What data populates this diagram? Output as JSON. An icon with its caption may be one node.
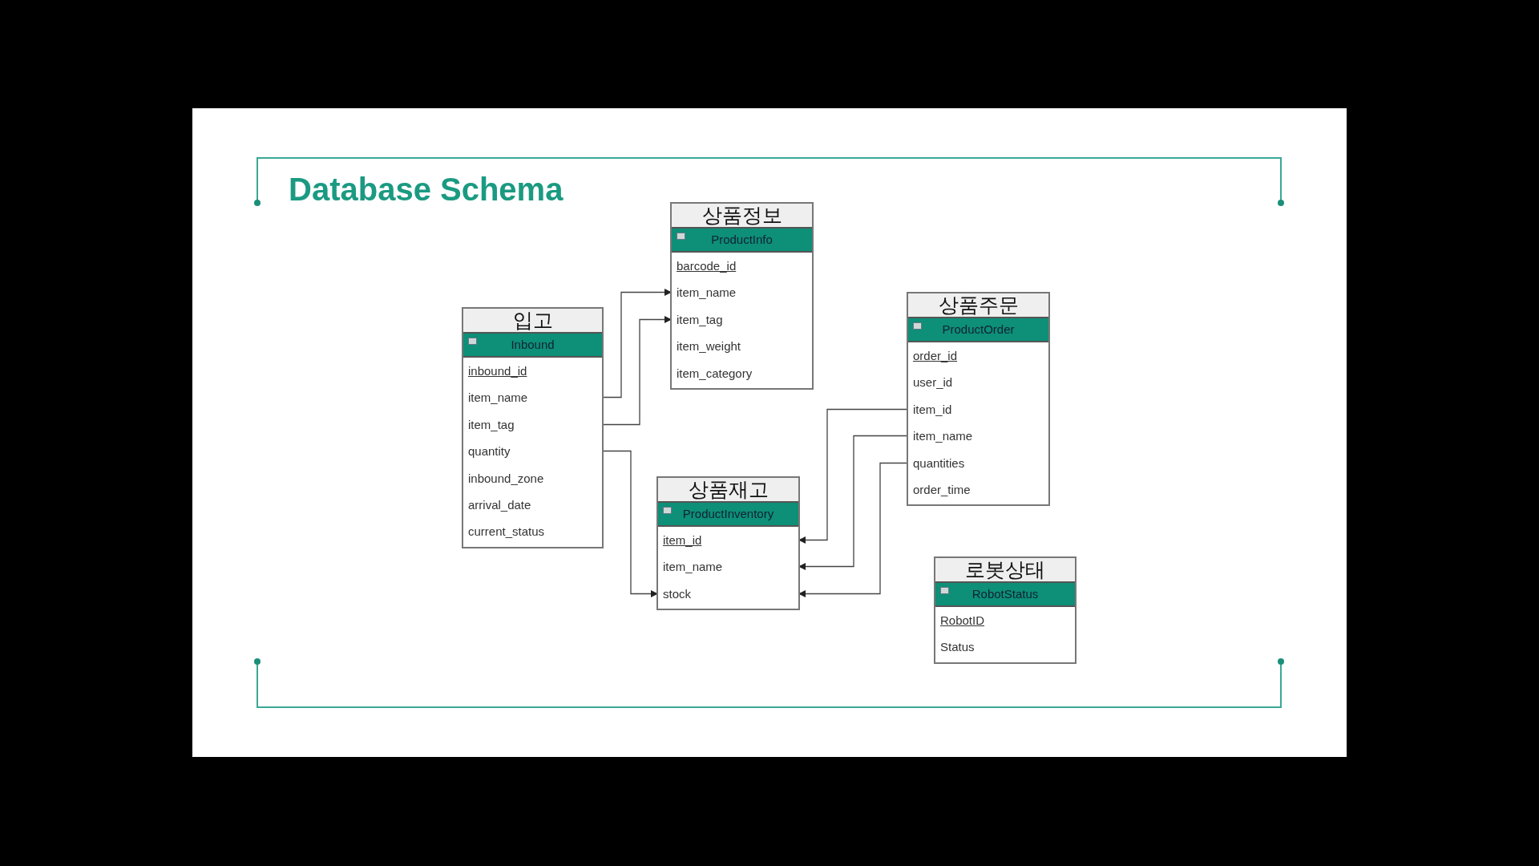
{
  "diagram": {
    "title": "Database Schema",
    "nodes": [
      {
        "text": [
          "상품정보",
          "ProductInfo"
        ]
      },
      {
        "text": [
          "barcode_id"
        ],
        "in": 0
      },
      {
        "text": [
          "item_name"
        ],
        "in": 0
      },
      {
        "text": [
          "item_tag"
        ],
        "in": 0
      },
      {
        "text": [
          "item_weight"
        ],
        "in": 0
      },
      {
        "text": [
          "item_category"
        ],
        "in": 0
      },
      {
        "text": [
          "입고",
          "Inbound"
        ]
      },
      {
        "text": [
          "inbound_id"
        ],
        "in": 6
      },
      {
        "text": [
          "item_name"
        ],
        "in": 6
      },
      {
        "text": [
          "item_tag"
        ],
        "in": 6
      },
      {
        "text": [
          "quantity"
        ],
        "in": 6
      },
      {
        "text": [
          "inbound_zone"
        ],
        "in": 6
      },
      {
        "text": [
          "arrival_date"
        ],
        "in": 6
      },
      {
        "text": [
          "current_status"
        ],
        "in": 6
      },
      {
        "text": [
          "상품주문",
          "ProductOrder"
        ]
      },
      {
        "text": [
          "order_id"
        ],
        "in": 14
      },
      {
        "text": [
          "user_id"
        ],
        "in": 14
      },
      {
        "text": [
          "item_id"
        ],
        "in": 14
      },
      {
        "text": [
          "item_name"
        ],
        "in": 14
      },
      {
        "text": [
          "quantities"
        ],
        "in": 14
      },
      {
        "text": [
          "order_time"
        ],
        "in": 14
      },
      {
        "text": [
          "상품재고",
          "ProductInventory"
        ]
      },
      {
        "text": [
          "item_id"
        ],
        "in": 21
      },
      {
        "text": [
          "item_name"
        ],
        "in": 21
      },
      {
        "text": [
          "stock"
        ],
        "in": 21
      },
      {
        "text": [
          "로봇상태",
          "RobotStatus"
        ]
      },
      {
        "text": [
          "RobotID"
        ],
        "in": 25
      },
      {
        "text": [
          "Status"
        ],
        "in": 25
      }
    ],
    "edges": [
      {
        "from": 8,
        "to": 2,
        "arrow": "to"
      },
      {
        "from": 9,
        "to": 3,
        "arrow": "to"
      },
      {
        "from": 10,
        "to": 24,
        "arrow": "to"
      },
      {
        "from": 17,
        "to": 22,
        "arrow": "to"
      },
      {
        "from": 18,
        "to": 23,
        "arrow": "to"
      },
      {
        "from": 19,
        "to": 24,
        "arrow": "to"
      }
    ]
  }
}
